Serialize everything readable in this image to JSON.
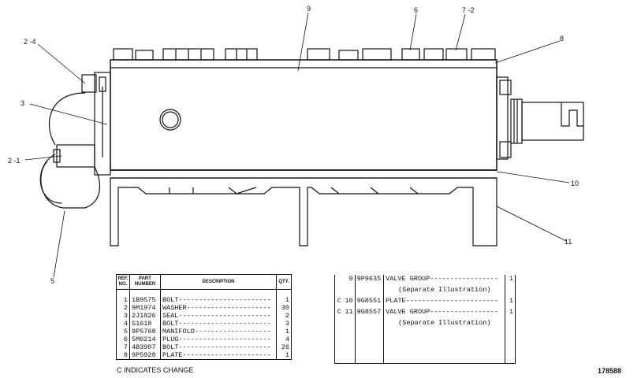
{
  "callouts": {
    "c9": "9",
    "c6": "6",
    "c7_2": "7 -2",
    "c8": "8",
    "c2_4": "2 -4",
    "c3": "3",
    "c2_1": "2 -1",
    "c10": "10",
    "c11": "11",
    "c5": "5"
  },
  "parts_table": {
    "headers": {
      "ref_no": "REF. NO.",
      "part_number": "PART NUMBER",
      "description": "DESCRIPTION",
      "qty": "QTY."
    },
    "rows": [
      {
        "no": "1",
        "part": "1B9575",
        "desc": "BOLT",
        "qty": "1"
      },
      {
        "no": "2",
        "part": "9M1974",
        "desc": "WASHER",
        "qty": "30"
      },
      {
        "no": "3",
        "part": "2J1826",
        "desc": "SEAL",
        "qty": "2"
      },
      {
        "no": "4",
        "part": "S1618",
        "desc": "BOLT",
        "qty": "3"
      },
      {
        "no": "5",
        "part": "9P5768",
        "desc": "MANIFOLD",
        "qty": "1"
      },
      {
        "no": "6",
        "part": "5M6214",
        "desc": "PLUG",
        "qty": "4"
      },
      {
        "no": "7",
        "part": "4B3907",
        "desc": "BOLT",
        "qty": "26"
      },
      {
        "no": "8",
        "part": "9P5928",
        "desc": "PLATE",
        "qty": "1"
      }
    ]
  },
  "parts_table_right": {
    "rows": [
      {
        "change": "",
        "no": "9",
        "part": "9P9635",
        "desc": "VALVE GROUP",
        "qty": "1",
        "note": "(Separate Illustration)"
      },
      {
        "change": "C",
        "no": "10",
        "part": "9G8551",
        "desc": "PLATE",
        "qty": "1",
        "note": ""
      },
      {
        "change": "C",
        "no": "11",
        "part": "9G8557",
        "desc": "VALVE GROUP",
        "qty": "1",
        "note": "(Separate Illustration)"
      }
    ]
  },
  "footer": {
    "change_note": "C INDICATES CHANGE",
    "figure_id": "178588"
  }
}
